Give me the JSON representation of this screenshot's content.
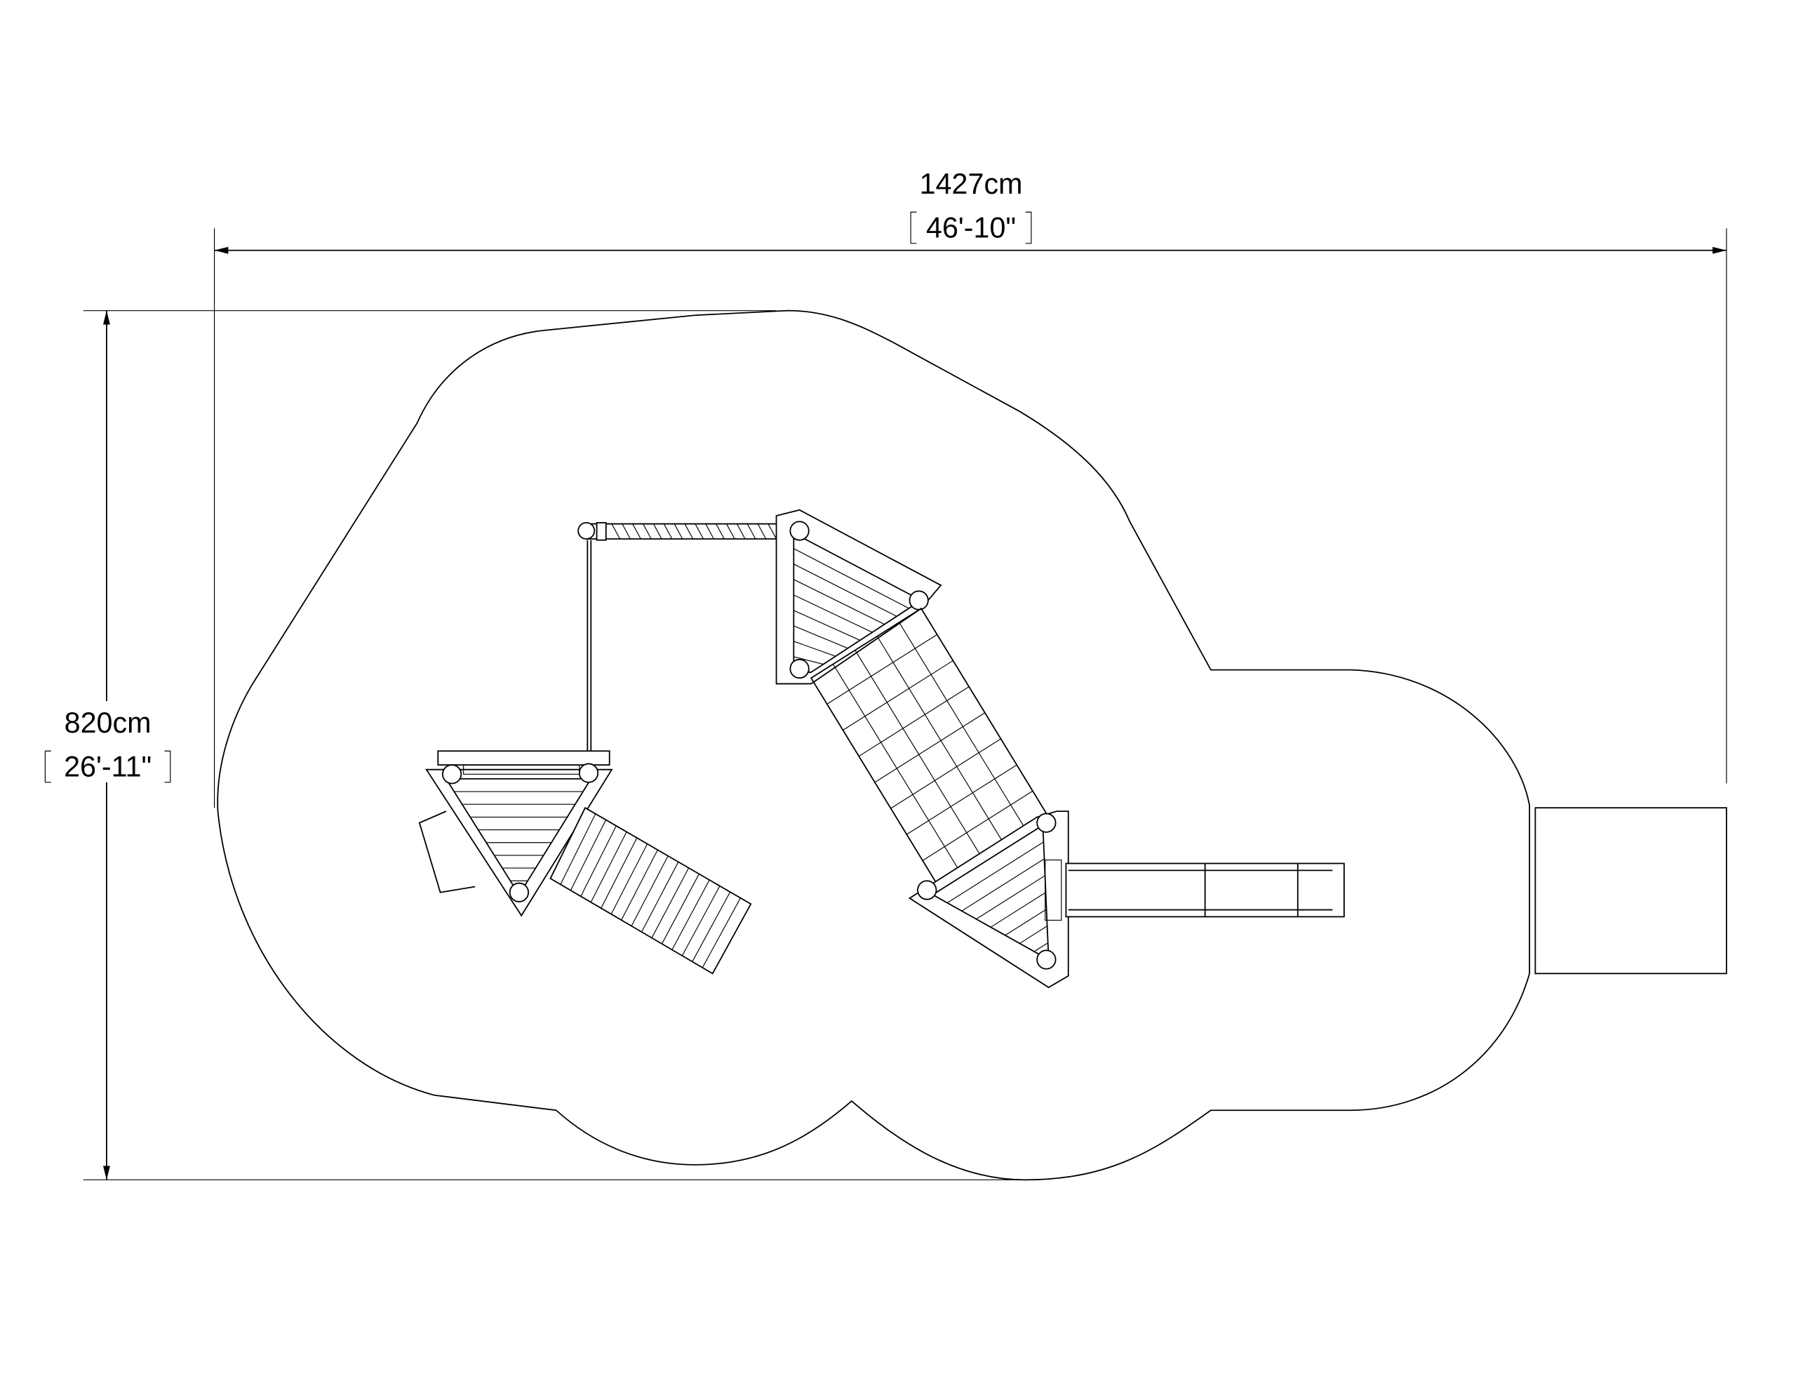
{
  "drawing": {
    "width_dimension": {
      "metric": "1427cm",
      "imperial": "46'-10\""
    },
    "height_dimension": {
      "metric": "820cm",
      "imperial": "26'-11\""
    }
  }
}
